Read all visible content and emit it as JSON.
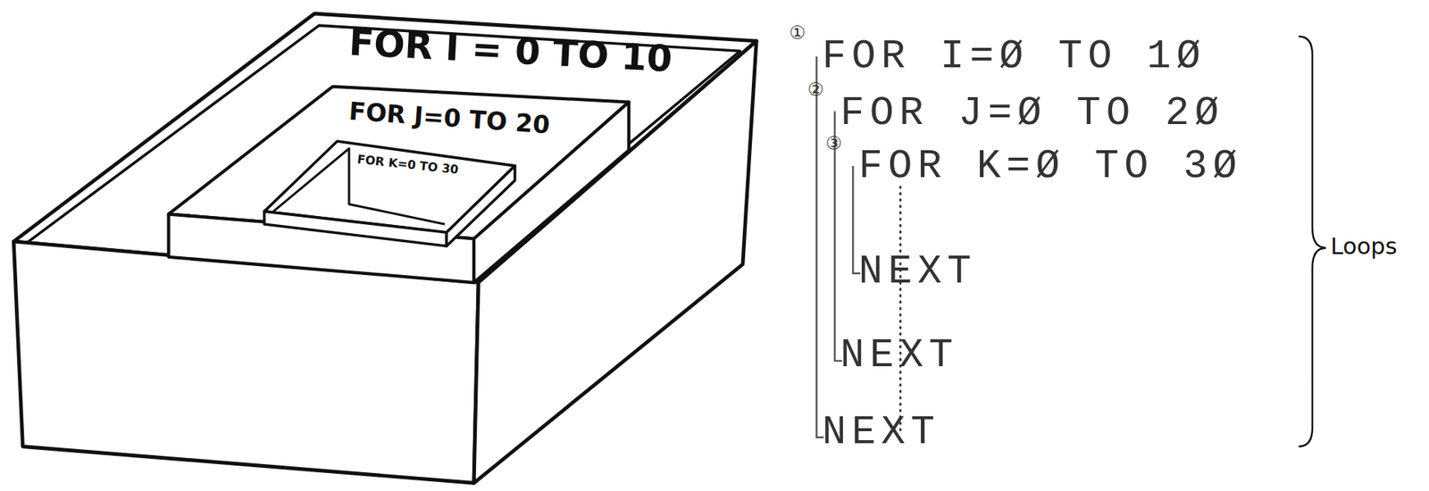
{
  "diagram": {
    "nodes": [
      {
        "text": [
          "FOR I = 0 TO 10"
        ]
      },
      {
        "text": [
          "FOR J=0 TO 20"
        ],
        "in": 0
      },
      {
        "text": [
          "FOR K=0 TO 30"
        ],
        "in": 1
      }
    ],
    "labels": [
      "①",
      "FOR I=Ø TO 1Ø",
      "②",
      "FOR J=Ø TO 2Ø",
      "③",
      "FOR K=Ø TO 3Ø",
      "NEXT",
      "NEXT",
      "NEXT",
      "Loops"
    ]
  }
}
